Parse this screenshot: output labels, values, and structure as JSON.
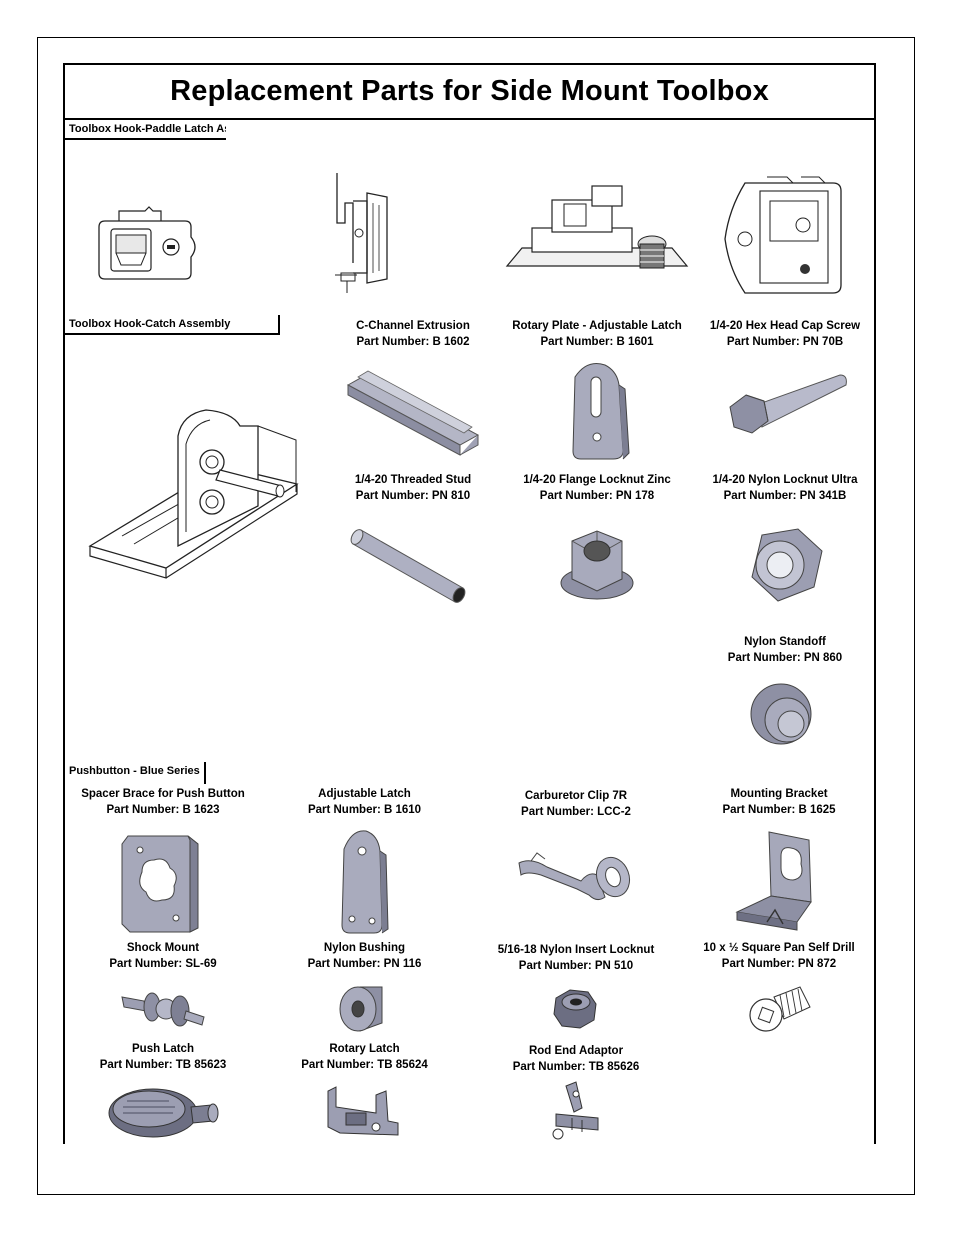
{
  "title": "Replacement Parts for Side Mount Toolbox",
  "sections": {
    "paddle": "Toolbox Hook-Paddle Latch Assembly",
    "catch": "Toolbox Hook-Catch Assembly",
    "pushbutton": "Pushbutton - Blue Series"
  },
  "parts": {
    "c_channel": {
      "name": "C-Channel Extrusion",
      "pn": "Part Number: B 1602"
    },
    "rotary_plate": {
      "name": "Rotary Plate - Adjustable Latch",
      "pn": "Part Number: B 1601"
    },
    "hex_cap": {
      "name": "1/4-20 Hex Head Cap Screw",
      "pn": "Part Number: PN 70B"
    },
    "stud": {
      "name": "1/4-20 Threaded Stud",
      "pn": "Part Number: PN 810"
    },
    "flange_nut": {
      "name": "1/4-20 Flange Locknut Zinc",
      "pn": "Part Number: PN 178"
    },
    "nylon_nut": {
      "name": "1/4-20 Nylon Locknut Ultra",
      "pn": "Part Number: PN 341B"
    },
    "standoff": {
      "name": "Nylon Standoff",
      "pn": "Part Number: PN 860"
    },
    "spacer": {
      "name": "Spacer Brace for Push Button",
      "pn": "Part Number: B 1623"
    },
    "adj_latch": {
      "name": "Adjustable Latch",
      "pn": "Part Number: B 1610"
    },
    "carb_clip": {
      "name": "Carburetor Clip 7R",
      "pn": "Part Number: LCC-2"
    },
    "mount_bracket": {
      "name": "Mounting Bracket",
      "pn": "Part Number: B 1625"
    },
    "shock": {
      "name": "Shock Mount",
      "pn": "Part Number: SL-69"
    },
    "bushing": {
      "name": "Nylon Bushing",
      "pn": "Part Number: PN 116"
    },
    "insert_nut": {
      "name": "5/16-18 Nylon Insert Locknut",
      "pn": "Part Number: PN 510"
    },
    "pan_screw": {
      "name": "10 x ½ Square Pan Self Drill",
      "pn": "Part Number: PN 872"
    },
    "push_latch": {
      "name": "Push Latch",
      "pn": "Part Number: TB 85623"
    },
    "rotary_latch": {
      "name": "Rotary Latch",
      "pn": "Part Number: TB 85624"
    },
    "rod_end": {
      "name": "Rod End Adaptor",
      "pn": "Part Number: TB 85626"
    }
  },
  "icons": [
    "paddle-latch-front-icon",
    "paddle-latch-side-icon",
    "paddle-latch-top-icon",
    "paddle-latch-rear-icon",
    "hook-catch-assembly-icon",
    "c-channel-icon",
    "rotary-plate-icon",
    "hex-screw-icon",
    "threaded-stud-icon",
    "flange-nut-icon",
    "nylon-nut-icon",
    "nylon-standoff-icon",
    "spacer-brace-icon",
    "adjustable-latch-icon",
    "carburetor-clip-icon",
    "mounting-bracket-icon",
    "shock-mount-icon",
    "nylon-bushing-icon",
    "insert-locknut-icon",
    "pan-screw-icon",
    "push-latch-icon",
    "rotary-latch-icon",
    "rod-end-icon"
  ]
}
